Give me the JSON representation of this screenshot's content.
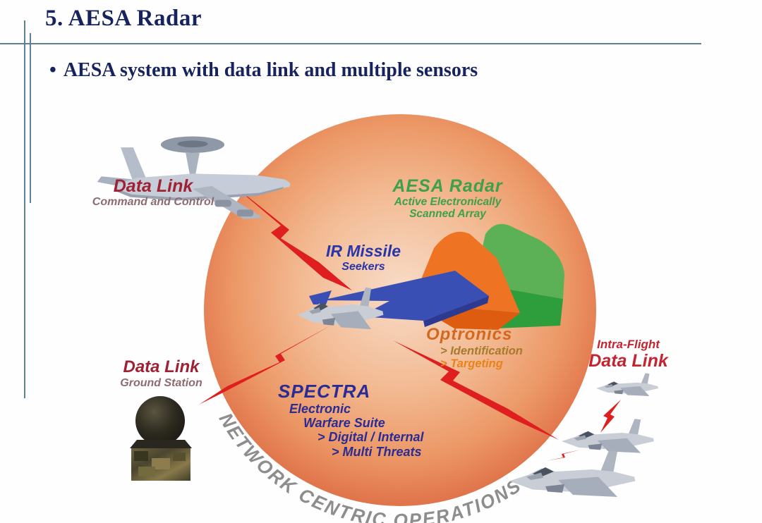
{
  "slide": {
    "title": "5. AESA Radar",
    "bullet_marker": "•",
    "bullet": "AESA system with data link and multiple sensors"
  },
  "diagram": {
    "caption": "NETWORK CENTRIC OPERATIONS",
    "awacs_link": {
      "title": "Data Link",
      "subtitle": "Command and Control"
    },
    "ground_link": {
      "title": "Data Link",
      "subtitle": "Ground Station"
    },
    "intra_flight": {
      "line1": "Intra-Flight",
      "line2": "Data Link"
    },
    "aesa": {
      "title": "AESA Radar",
      "sub1": "Active Electronically",
      "sub2": "Scanned Array"
    },
    "ir_missile": {
      "title": "IR Missile",
      "subtitle": "Seekers"
    },
    "optronics": {
      "title": "Optronics",
      "items": [
        "> Identification",
        "> Targeting"
      ]
    },
    "spectra": {
      "title": "SPECTRA",
      "lines": [
        "Electronic",
        "Warfare Suite",
        "> Digital / Internal",
        "> Multi Threats"
      ]
    }
  },
  "colors": {
    "title_navy": "#16235e",
    "rule_steel": "#5f7f93",
    "circle_edge_orange": "#e0734a",
    "circle_center_peach": "#f8dcc8",
    "bolt_red": "#df1f1f",
    "aesa_green": "#3da04a",
    "ir_blue": "#2a35a8",
    "optronics_orange": "#d2691f",
    "spectra_navy": "#2b2b94",
    "datalink_red": "#9e2233",
    "intra_flight_red": "#c22430",
    "caption_gray": "#8d8d8d"
  }
}
